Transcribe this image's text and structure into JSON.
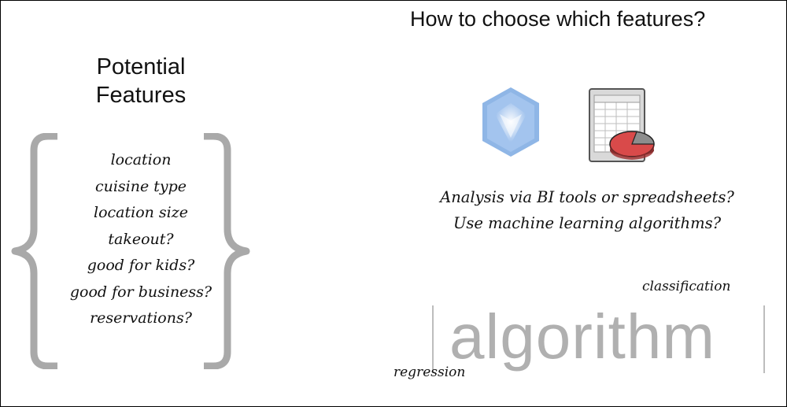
{
  "title": "How to choose which features?",
  "left_panel": {
    "heading_line1": "Potential",
    "heading_line2": "Features",
    "features": [
      "location",
      "cuisine type",
      "location size",
      "takeout?",
      "good for kids?",
      "good for business?",
      "reservations?"
    ]
  },
  "right_panel": {
    "icons": [
      "bi-tool-hexagon-icon",
      "spreadsheet-pie-chart-icon"
    ],
    "question_1": "Analysis via BI tools or spreadsheets?",
    "question_2": "Use machine learning algorithms?",
    "algorithm_word": "algorithm",
    "label_top": "classification",
    "label_bottom": "regression"
  },
  "colors": {
    "brace": "#a9a9a9",
    "hexagon": "#8fb6e6",
    "pie_red": "#d94a4a",
    "algorithm_text": "#b0b0b0"
  }
}
